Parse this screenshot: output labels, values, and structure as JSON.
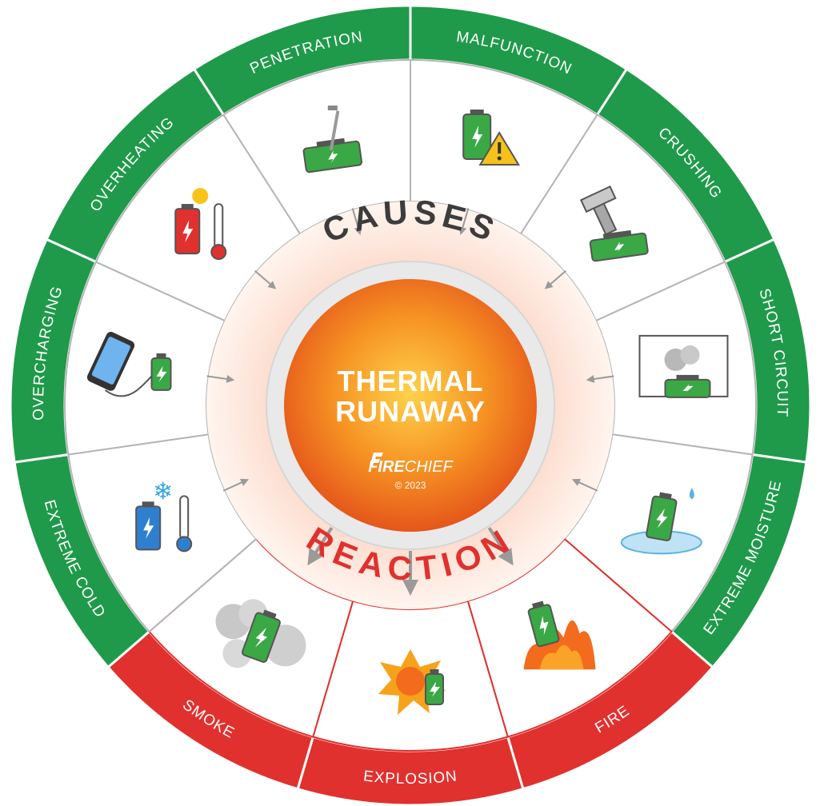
{
  "center": {
    "title_line1": "THERMAL",
    "title_line2": "RUNAWAY",
    "brand_bold": "FIRE",
    "brand_light": "CHIEF",
    "copyright": "© 2023"
  },
  "rings": {
    "causes_label": "CAUSES",
    "reaction_label": "REACTION"
  },
  "causes": [
    {
      "label": "MALFUNCTION",
      "icon": "battery-warning-icon"
    },
    {
      "label": "CRUSHING",
      "icon": "hammer-battery-icon"
    },
    {
      "label": "SHORT CIRCUIT",
      "icon": "short-circuit-battery-icon"
    },
    {
      "label": "EXTREME MOISTURE",
      "icon": "water-battery-icon"
    },
    {
      "label": "EXTREME COLD",
      "icon": "cold-battery-icon"
    },
    {
      "label": "OVERCHARGING",
      "icon": "phone-charging-icon"
    },
    {
      "label": "OVERHEATING",
      "icon": "hot-battery-icon"
    },
    {
      "label": "PENETRATION",
      "icon": "nail-battery-icon"
    }
  ],
  "reactions": [
    {
      "label": "FIRE",
      "icon": "fire-battery-icon"
    },
    {
      "label": "EXPLOSION",
      "icon": "explosion-battery-icon"
    },
    {
      "label": "SMOKE",
      "icon": "smoke-battery-icon"
    }
  ],
  "colors": {
    "cause_green": "#1f9a4a",
    "reaction_red": "#e0312e",
    "battery_green": "#3aa845",
    "core_orange": "#f17a1c",
    "text_dark": "#3c3c3c"
  }
}
